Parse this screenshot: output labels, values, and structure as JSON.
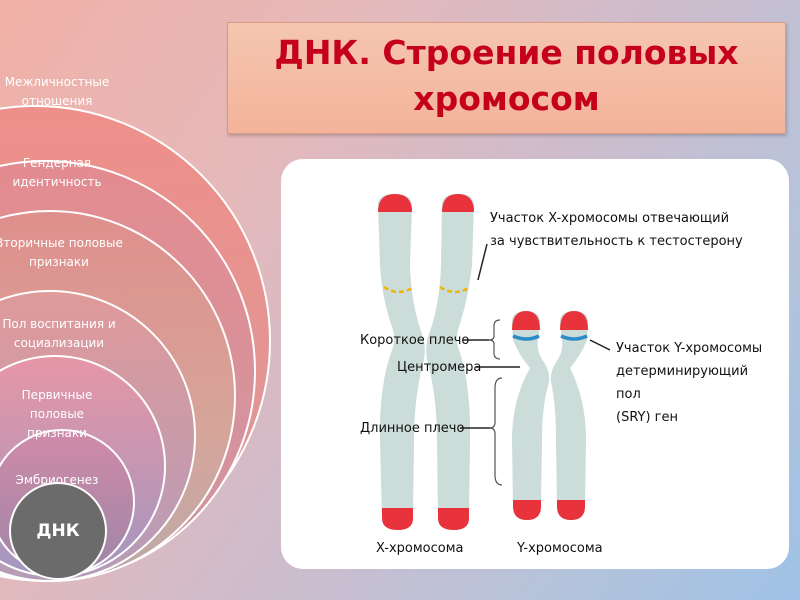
{
  "title": {
    "line1": "ДНК. Строение половых",
    "line2": "хромосом"
  },
  "layers": [
    {
      "line1": "Межличностные",
      "line2": "отношения"
    },
    {
      "line1": "Гендерная",
      "line2": "идентичность"
    },
    {
      "line1": "Вторичные половые",
      "line2": "признаки"
    },
    {
      "line1": "Пол воспитания и",
      "line2": "социализации"
    },
    {
      "line1": "Первичные",
      "line2": "половые",
      "line3": "признаки"
    },
    {
      "line1": "Эмбриогенез"
    }
  ],
  "core": "ДНК",
  "diagram": {
    "x_region": {
      "line1": "Участок X-хромосомы отвечающий",
      "line2": "за чувствительность к тестостерону"
    },
    "y_region": {
      "line1": "Участок Y-хромосомы",
      "line2": "детерминирующий",
      "line3": "пол",
      "line4": "(SRY) ген"
    },
    "short_arm": "Короткое плечо",
    "centromere": "Центромера",
    "long_arm": "Длинное плечо",
    "x_caption": "X-хромосома",
    "y_caption": "Y-хромосома"
  },
  "colors": {
    "title_text": "#c5001b",
    "chromosome": "#cbdcd9",
    "tip": "#e8323c",
    "x_band": "#f0b400",
    "y_band": "#2c8bc8",
    "bracket": "#555555"
  }
}
